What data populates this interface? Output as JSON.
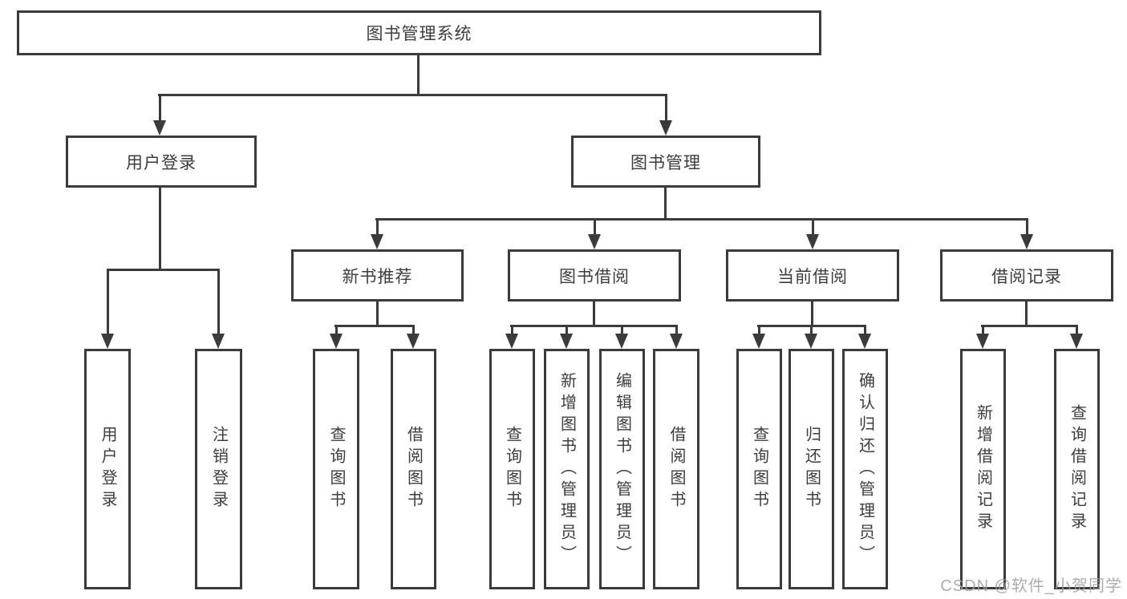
{
  "tree": {
    "label": "图书管理系统",
    "children": [
      {
        "label": "用户登录",
        "children": [
          {
            "label": "用户登录"
          },
          {
            "label": "注销登录"
          }
        ]
      },
      {
        "label": "图书管理",
        "children": [
          {
            "label": "新书推荐",
            "children": [
              {
                "label": "查询图书"
              },
              {
                "label": "借阅图书"
              }
            ]
          },
          {
            "label": "图书借阅",
            "children": [
              {
                "label": "查询图书"
              },
              {
                "label": "新增图书（管理员）"
              },
              {
                "label": "编辑图书（管理员）"
              },
              {
                "label": "借阅图书"
              }
            ]
          },
          {
            "label": "当前借阅",
            "children": [
              {
                "label": "查询图书"
              },
              {
                "label": "归还图书"
              },
              {
                "label": "确认归还（管理员）"
              }
            ]
          },
          {
            "label": "借阅记录",
            "children": [
              {
                "label": "新增借阅记录"
              },
              {
                "label": "查询借阅记录"
              }
            ]
          }
        ]
      }
    ]
  },
  "watermark": "CSDN @软件_小贺同学",
  "colors": {
    "line": "#3b3b3b",
    "text": "#3d3d3d",
    "watermark": "#9e9e9e",
    "background": "#ffffff"
  }
}
